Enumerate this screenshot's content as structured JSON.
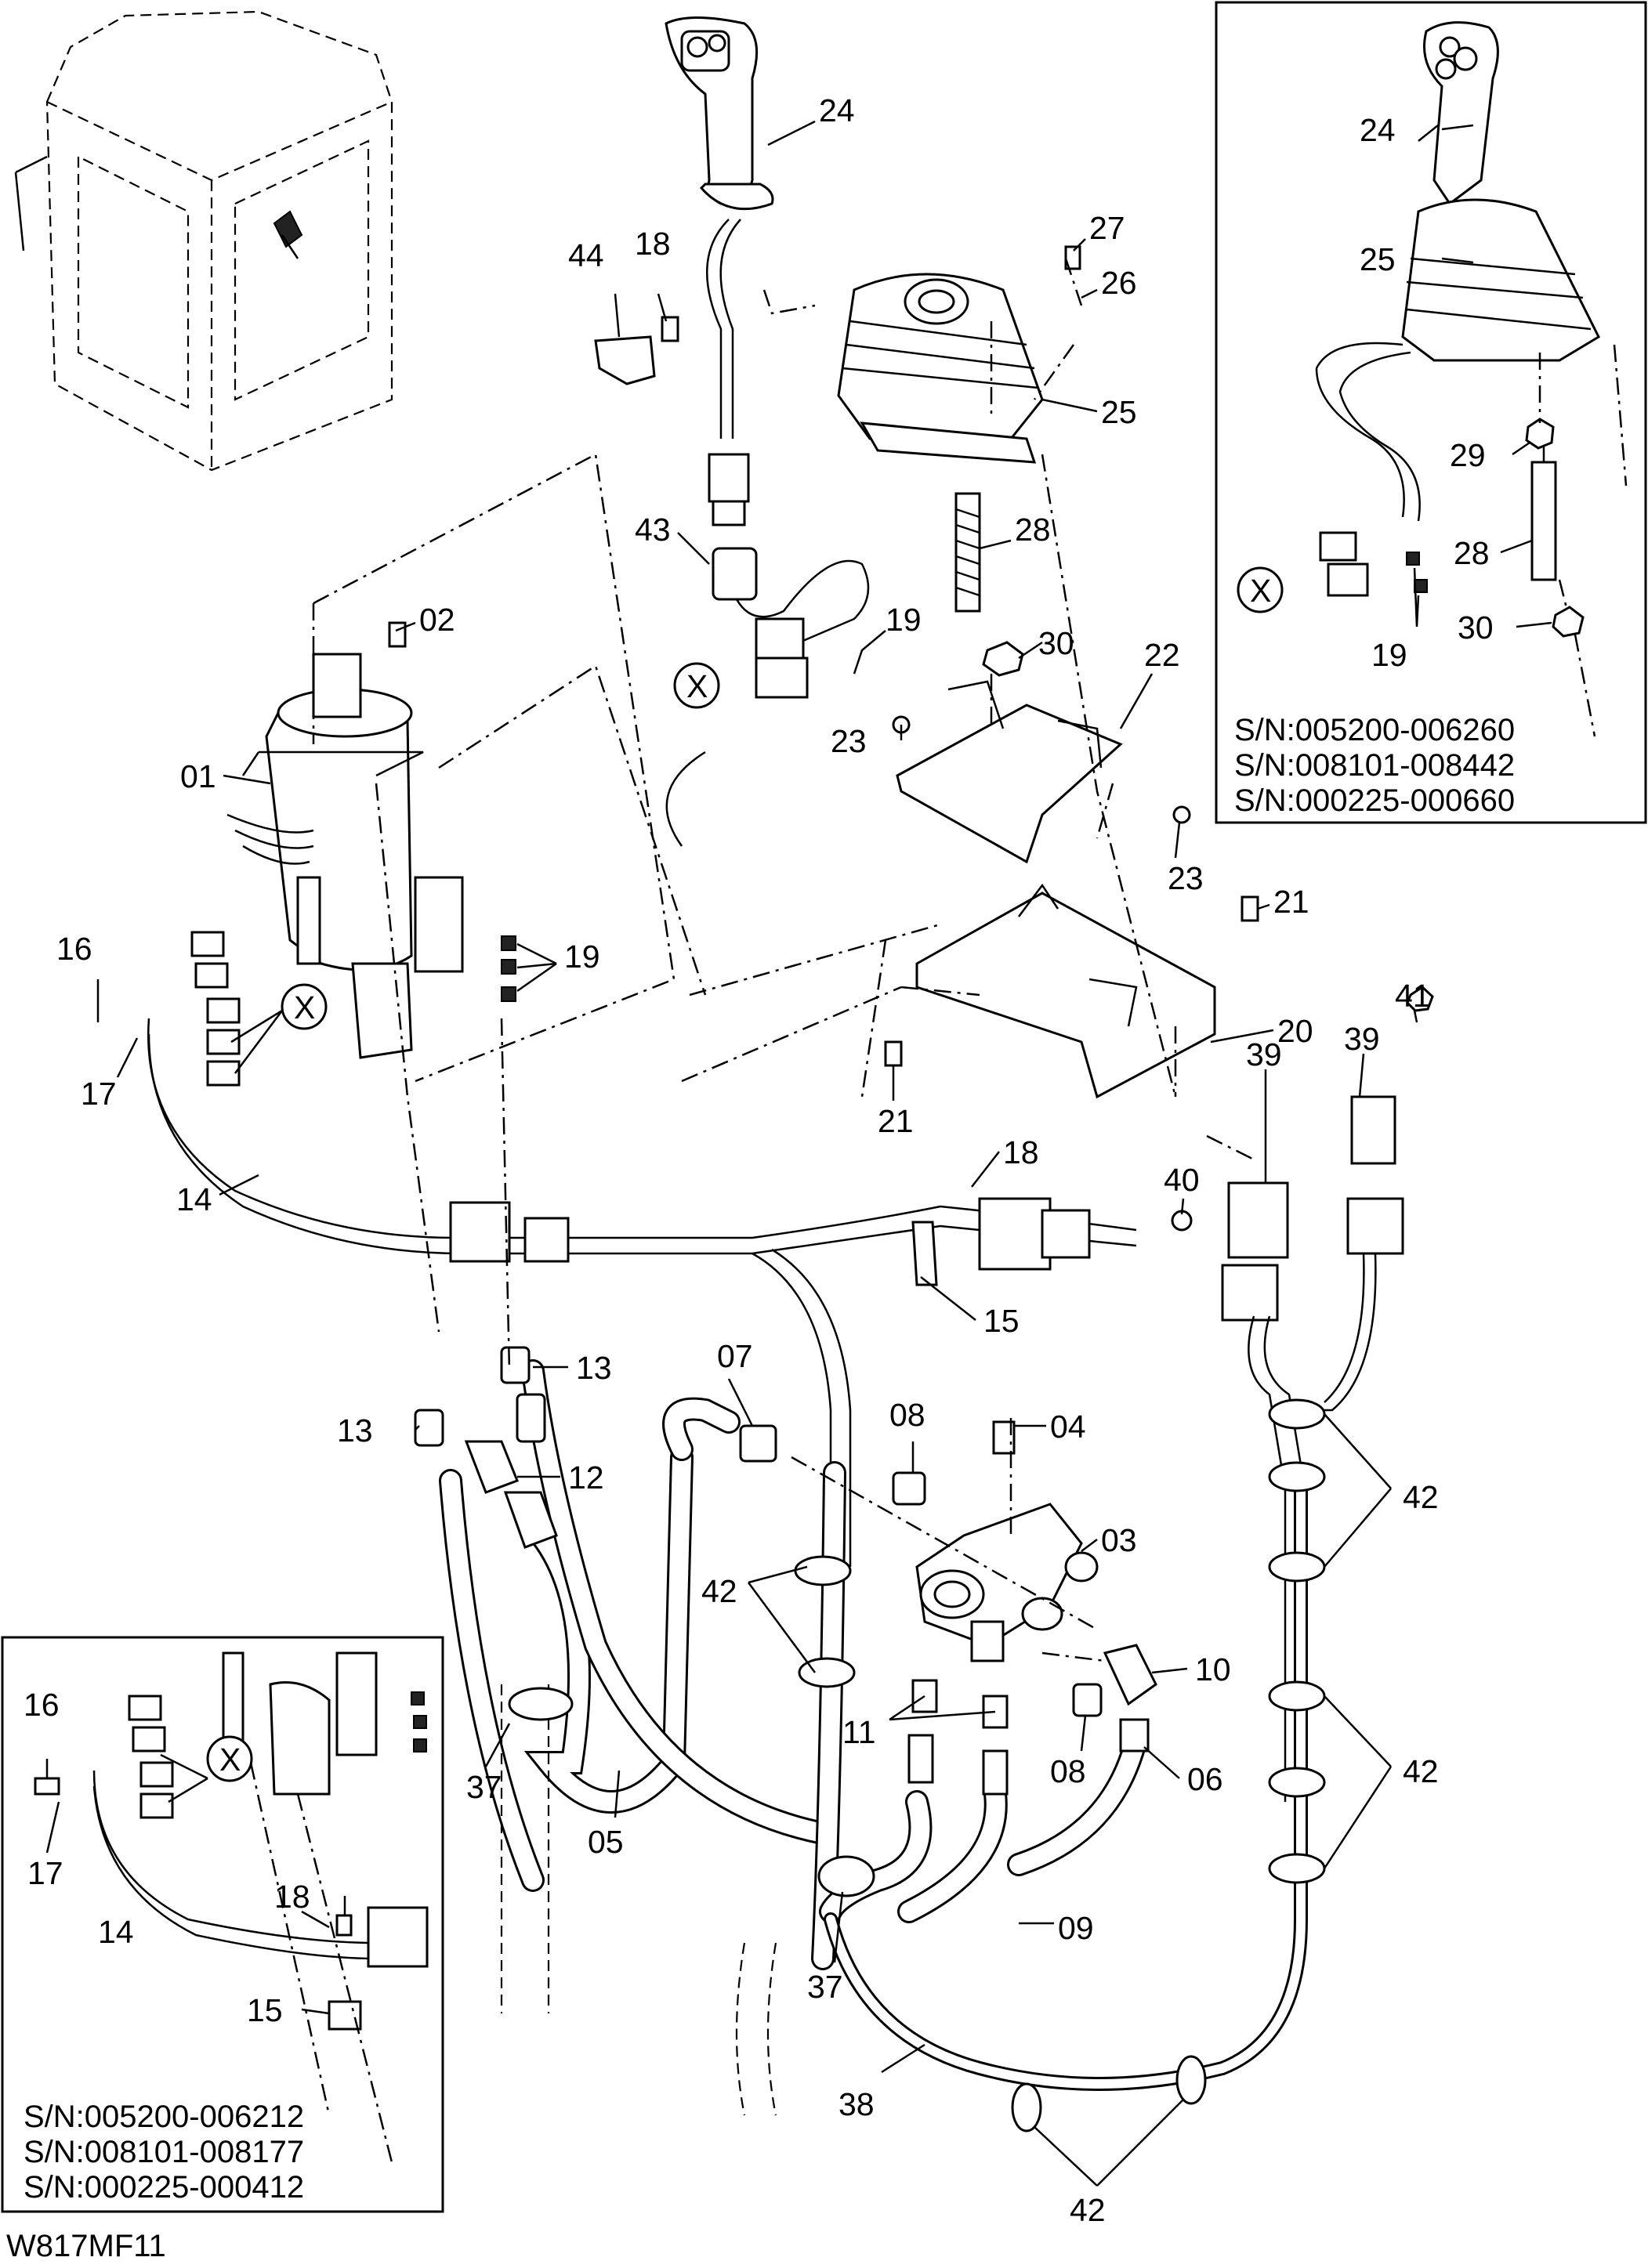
{
  "drawing_id": "W817MF11",
  "callouts": [
    {
      "id": "c24a",
      "text": "24"
    },
    {
      "id": "c44",
      "text": "44"
    },
    {
      "id": "c18a",
      "text": "18"
    },
    {
      "id": "c27",
      "text": "27"
    },
    {
      "id": "c26",
      "text": "26"
    },
    {
      "id": "c25a",
      "text": "25"
    },
    {
      "id": "c43",
      "text": "43"
    },
    {
      "id": "c28a",
      "text": "28"
    },
    {
      "id": "c02",
      "text": "02"
    },
    {
      "id": "c19a",
      "text": "19"
    },
    {
      "id": "cXa",
      "text": "X"
    },
    {
      "id": "c30a",
      "text": "30"
    },
    {
      "id": "c22",
      "text": "22"
    },
    {
      "id": "c23a",
      "text": "23"
    },
    {
      "id": "c01",
      "text": "01"
    },
    {
      "id": "c23b",
      "text": "23"
    },
    {
      "id": "c21a",
      "text": "21"
    },
    {
      "id": "c16a",
      "text": "16"
    },
    {
      "id": "c19b",
      "text": "19"
    },
    {
      "id": "cXb",
      "text": "X"
    },
    {
      "id": "c17a",
      "text": "17"
    },
    {
      "id": "c20",
      "text": "20"
    },
    {
      "id": "c41",
      "text": "41"
    },
    {
      "id": "c39a",
      "text": "39"
    },
    {
      "id": "c39b",
      "text": "39"
    },
    {
      "id": "c21b",
      "text": "21"
    },
    {
      "id": "c14a",
      "text": "14"
    },
    {
      "id": "c18b",
      "text": "18"
    },
    {
      "id": "c40",
      "text": "40"
    },
    {
      "id": "c15a",
      "text": "15"
    },
    {
      "id": "c13a",
      "text": "13"
    },
    {
      "id": "c07",
      "text": "07"
    },
    {
      "id": "c13b",
      "text": "13"
    },
    {
      "id": "c08a",
      "text": "08"
    },
    {
      "id": "c04",
      "text": "04"
    },
    {
      "id": "c12",
      "text": "12"
    },
    {
      "id": "c42a",
      "text": "42"
    },
    {
      "id": "c03",
      "text": "03"
    },
    {
      "id": "c42b",
      "text": "42"
    },
    {
      "id": "c10",
      "text": "10"
    },
    {
      "id": "c16b",
      "text": "16"
    },
    {
      "id": "c11",
      "text": "11"
    },
    {
      "id": "c08b",
      "text": "08"
    },
    {
      "id": "cXc",
      "text": "X"
    },
    {
      "id": "c06",
      "text": "06"
    },
    {
      "id": "c42c",
      "text": "42"
    },
    {
      "id": "c37a",
      "text": "37"
    },
    {
      "id": "c05",
      "text": "05"
    },
    {
      "id": "c17b",
      "text": "17"
    },
    {
      "id": "c18c",
      "text": "18"
    },
    {
      "id": "c14b",
      "text": "14"
    },
    {
      "id": "c09",
      "text": "09"
    },
    {
      "id": "c15b",
      "text": "15"
    },
    {
      "id": "c37b",
      "text": "37"
    },
    {
      "id": "c38",
      "text": "38"
    },
    {
      "id": "c42d",
      "text": "42"
    },
    {
      "id": "c24b",
      "text": "24"
    },
    {
      "id": "c25b",
      "text": "25"
    },
    {
      "id": "c29",
      "text": "29"
    },
    {
      "id": "c28b",
      "text": "28"
    },
    {
      "id": "cXd",
      "text": "X"
    },
    {
      "id": "c30b",
      "text": "30"
    },
    {
      "id": "c19c",
      "text": "19"
    }
  ],
  "inset_top_right": {
    "serials": [
      "S/N:005200-006260",
      "S/N:008101-008442",
      "S/N:000225-000660"
    ]
  },
  "inset_bottom_left": {
    "serials": [
      "S/N:005200-006212",
      "S/N:008101-008177",
      "S/N:000225-000412"
    ]
  }
}
